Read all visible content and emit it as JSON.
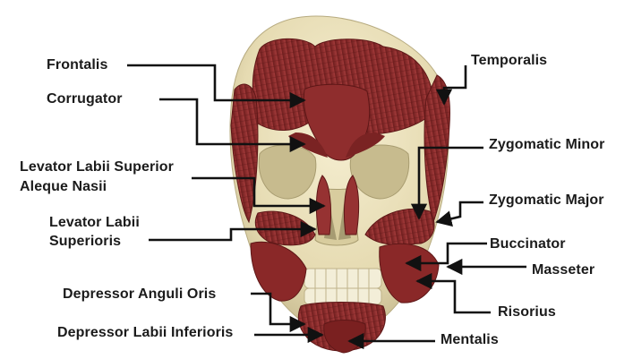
{
  "labels": {
    "frontalis": "Frontalis",
    "corrugator": "Corrugator",
    "levator_labii_superior_line1": "Levator Labii Superior",
    "levator_labii_superior_line2": "Aleque Nasii",
    "levator_labii_superioris_line1": "Levator Labii",
    "levator_labii_superioris_line2": "Superioris",
    "depressor_anguli_oris": "Depressor Anguli Oris",
    "depressor_labii_inferioris": "Depressor Labii Inferioris",
    "temporalis": "Temporalis",
    "zygomatic_minor": "Zygomatic Minor",
    "zygomatic_major": "Zygomatic Major",
    "buccinator": "Buccinator",
    "masseter": "Masseter",
    "risorius": "Risorius",
    "mentalis": "Mentalis"
  },
  "colors": {
    "bone": "#ece3bf",
    "bone_shadow": "#c9bd92",
    "muscle": "#8c2a2a",
    "muscle_dark": "#5e1717",
    "muscle_light": "#a94040",
    "leader": "#111111",
    "text": "#1b1b1b"
  }
}
